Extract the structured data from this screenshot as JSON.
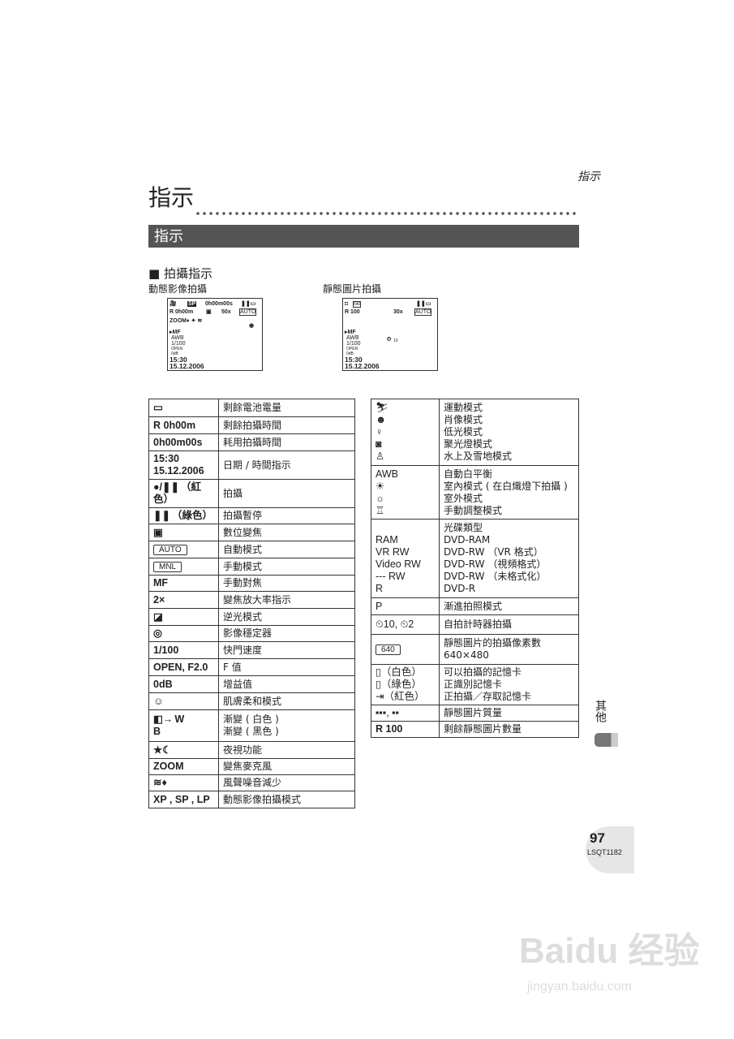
{
  "header": {
    "running_title": "指示",
    "page_title": "指示",
    "section_bar": "指示"
  },
  "section": {
    "heading": "拍攝指示",
    "bullet_icon": "black-square-icon",
    "captions": [
      "動態影像拍攝",
      "靜態圖片拍攝"
    ]
  },
  "screens": {
    "movie": {
      "mode": "SP",
      "elapsed": "0h00m00s",
      "remaining": "R 0h00m",
      "zoom": "50x",
      "auto": "AUTO",
      "mf": "▸MF",
      "awb": "AWB",
      "shutter": "1/100",
      "iris": "OPEN",
      "gain": "0dB",
      "time": "15:30",
      "date": "15.12.2006"
    },
    "still": {
      "size": "640",
      "remaining": "R 100",
      "zoom": "30x",
      "auto": "AUTO",
      "mf": "▸MF",
      "awb": "AWB",
      "shutter": "1/100",
      "iris": "OPEN",
      "gain": "0dB",
      "timer": "10",
      "time": "15:30",
      "date": "15.12.2006"
    }
  },
  "left_table": [
    {
      "icon": "battery-icon",
      "key": "",
      "desc": "剩餘電池電量"
    },
    {
      "key": "R  0h00m",
      "desc": "剩餘拍攝時間"
    },
    {
      "key": "0h00m00s",
      "desc": "耗用拍攝時間"
    },
    {
      "key": "15:30\n15.12.2006",
      "desc": "日期 / 時間指示"
    },
    {
      "icon": "record-pause-icon",
      "key": "（紅色）",
      "desc": "拍攝"
    },
    {
      "icon": "pause-icon",
      "key": "（綠色）",
      "desc": "拍攝暫停"
    },
    {
      "icon": "digital-zoom-icon",
      "key": "",
      "desc": "數位變焦"
    },
    {
      "boxed": "AUTO",
      "key": "",
      "desc": "自動模式"
    },
    {
      "boxed": "MNL",
      "key": "",
      "desc": "手動模式"
    },
    {
      "key": "MF",
      "desc": "手動對焦"
    },
    {
      "key": "2×",
      "desc": "變焦放大率指示"
    },
    {
      "icon": "backlight-icon",
      "key": "",
      "desc": "逆光模式"
    },
    {
      "icon": "image-stabilizer-icon",
      "key": "",
      "desc": "影像穩定器"
    },
    {
      "key": "1/100",
      "desc": "快門速度"
    },
    {
      "key": "OPEN, F2.0",
      "desc": "F 值"
    },
    {
      "key": "0dB",
      "desc": "增益值"
    },
    {
      "icon": "soft-skin-icon",
      "key": "",
      "desc": "肌膚柔和模式"
    },
    {
      "icon": "fade-icon",
      "key": "W\nB",
      "desc": "漸變 ( 白色 )\n漸變 ( 黑色 )"
    },
    {
      "icon": "night-view-icon",
      "key": "",
      "desc": "夜視功能"
    },
    {
      "icon": "zoom-mic-icon",
      "key": "ZOOM",
      "desc": "變焦麥克風"
    },
    {
      "icon": "wind-noise-icon",
      "key": "",
      "desc": "風聲噪音減少"
    },
    {
      "icon": "recording-mode-icon",
      "key": "XP , SP , LP",
      "desc": "動態影像拍攝模式"
    }
  ],
  "right_table": [
    {
      "icon": "scene-mode-icons",
      "key": "⛷\n☻\n♀\n◙\n♙",
      "desc": "運動模式\n肖像模式\n低光模式\n聚光燈模式\n水上及雪地模式"
    },
    {
      "icon": "white-balance-icons",
      "key": "AWB\n☀\n☼\n♖",
      "desc": "自動白平衡\n室內模式 ( 在白熾燈下拍攝 )\n室外模式\n手動調整模式"
    },
    {
      "icon": "disc-type-icons",
      "key": "\nRAM\nVR RW\nVideo RW\n--- RW\nR",
      "desc": "光碟類型\nDVD-RAM\nDVD-RW （VR 格式）\nDVD-RW （視頻格式）\nDVD-RW （未格式化）\nDVD-R"
    },
    {
      "icon": "progressive-icon",
      "key": "P",
      "desc": "漸進拍照模式"
    },
    {
      "icon": "self-timer-icon",
      "key": "⏲10, ⏲2",
      "desc": "自拍計時器拍攝"
    },
    {
      "boxed": "640",
      "key": "",
      "desc": "靜態圖片的拍攝像素數\n640×480"
    },
    {
      "icon": "card-icon",
      "key": "▯（白色）\n▯（綠色）\n⇥（紅色）",
      "desc": "可以拍攝的記憶卡\n正識別記憶卡\n正拍攝／存取記憶卡"
    },
    {
      "icon": "picture-quality-icon",
      "key": "▪▪▪, ▪▪",
      "desc": "靜態圖片質量"
    },
    {
      "key": "R 100",
      "desc": "剩餘靜態圖片數量"
    }
  ],
  "side": {
    "tab_label": "其他"
  },
  "footer": {
    "page_number": "97",
    "code": "LSQT1182"
  },
  "watermark": {
    "logo": "Baidu 经验",
    "url": "jingyan.baidu.com"
  }
}
